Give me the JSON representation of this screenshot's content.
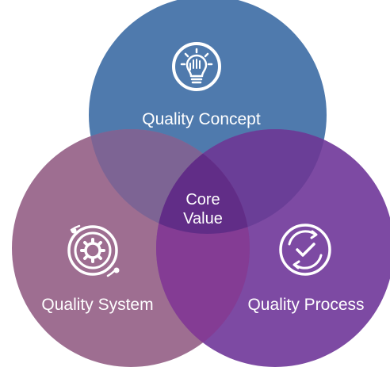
{
  "diagram": {
    "circles": [
      {
        "id": "concept",
        "label": "Quality Concept",
        "icon": "lightbulb-hand-icon",
        "color": "#4f7aad"
      },
      {
        "id": "system",
        "label": "Quality System",
        "icon": "gear-orbit-icon",
        "color": "#9e6e91"
      },
      {
        "id": "process",
        "label": "Quality Process",
        "icon": "cycle-check-icon",
        "color": "#7d4aa3"
      }
    ],
    "center": {
      "line1": "Core",
      "line2": "Value",
      "color": "#612d87"
    }
  }
}
